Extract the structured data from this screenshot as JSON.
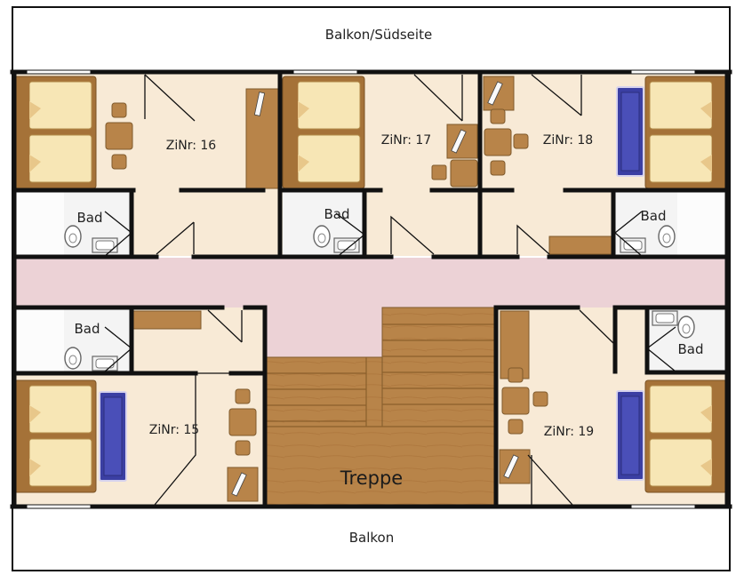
{
  "balconies": {
    "south": "Balkon/Südseite",
    "north": "Balkon"
  },
  "rooms": {
    "r16": "ZiNr: 16",
    "r17": "ZiNr: 17",
    "r18": "ZiNr: 18",
    "r15": "ZiNr: 15",
    "r19": "ZiNr: 19"
  },
  "bath_label": "Bad",
  "stairs_label": "Treppe",
  "colors": {
    "floor": "#f8ead6",
    "corridor": "#ecd2d6",
    "wall": "#111111",
    "wood": "#b88449",
    "wood_light": "#c99a60",
    "bed_linen": "#f7e6b5",
    "sofa": "#3b3fa3",
    "bath": "#f4f4f4"
  }
}
